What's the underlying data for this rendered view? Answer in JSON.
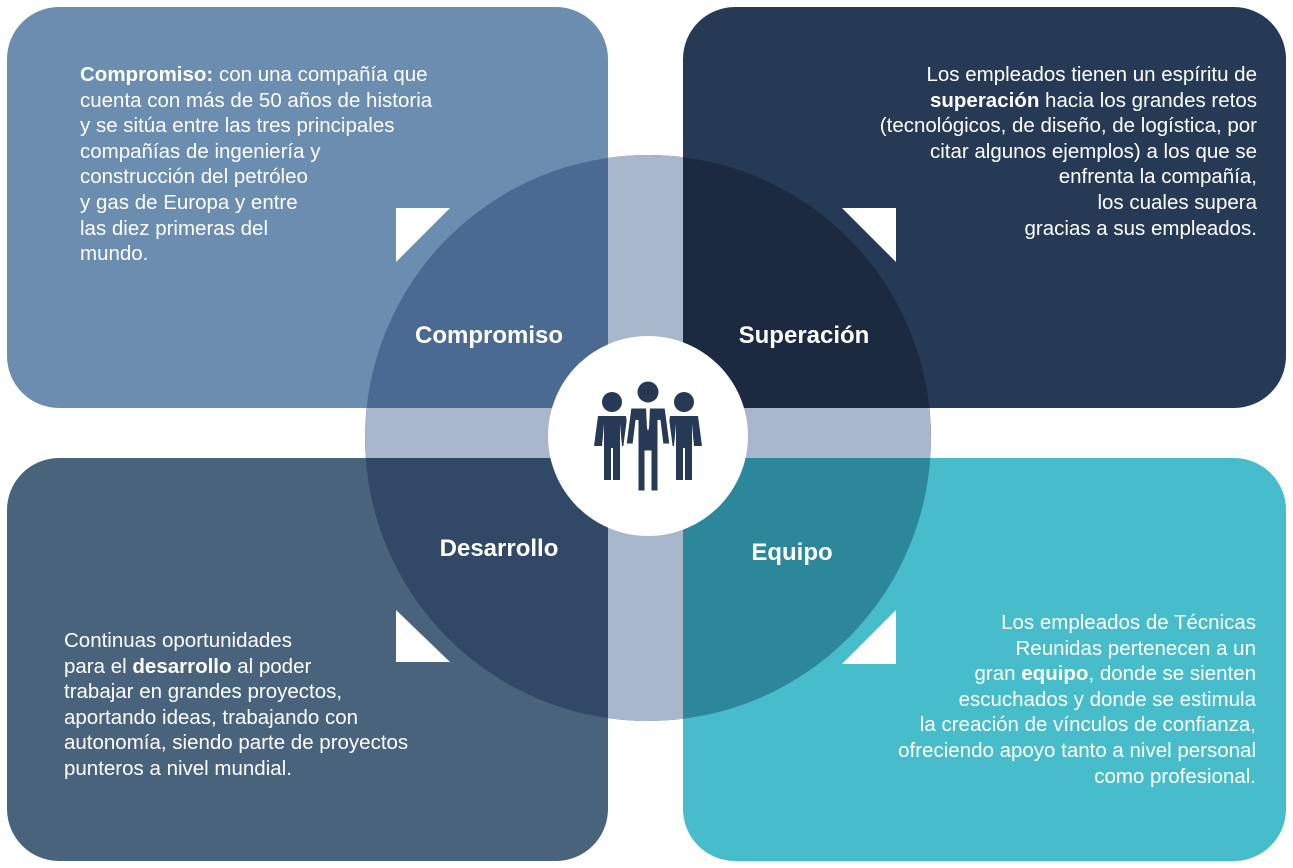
{
  "colors": {
    "top_left_panel": "#6b8db0",
    "top_right_panel": "#263a55",
    "bottom_left_panel": "#4a637c",
    "bottom_right_panel": "#47bccb",
    "circle_top_left": "#4a6a91",
    "circle_top_right": "#1b2a40",
    "circle_bottom_left": "#314966",
    "circle_bottom_right": "#2c879b",
    "cross_band": "#a9b7cc",
    "center_circle": "#ffffff",
    "icon": "#263a55"
  },
  "quadrants": {
    "compromiso": {
      "label": "Compromiso",
      "lines": [
        {
          "bold": "Compromiso:",
          "text": " con una compañía que"
        },
        {
          "bold": "",
          "text": "cuenta con más de 50 años de historia"
        },
        {
          "bold": "",
          "text": "y se sitúa entre las tres principales"
        },
        {
          "bold": "",
          "text": "compañías de ingeniería y"
        },
        {
          "bold": "",
          "text": "construcción del petróleo"
        },
        {
          "bold": "",
          "text": "y gas de Europa y entre"
        },
        {
          "bold": "",
          "text": "las diez primeras del"
        },
        {
          "bold": "",
          "text": "mundo."
        }
      ]
    },
    "superacion": {
      "label": "Superación",
      "lines": [
        {
          "pre": "Los empleados tienen un espíritu de",
          "bold": "",
          "text": ""
        },
        {
          "pre": "",
          "bold": "superación",
          "text": " hacia los grandes retos"
        },
        {
          "pre": "(tecnológicos, de diseño, de logística, por",
          "bold": "",
          "text": ""
        },
        {
          "pre": "citar algunos ejemplos) a los que se",
          "bold": "",
          "text": ""
        },
        {
          "pre": "enfrenta la compañía,",
          "bold": "",
          "text": ""
        },
        {
          "pre": "los cuales supera",
          "bold": "",
          "text": ""
        },
        {
          "pre": "gracias a sus empleados.",
          "bold": "",
          "text": ""
        }
      ]
    },
    "desarrollo": {
      "label": "Desarrollo",
      "lines": [
        {
          "pre": "Continuas oportunidades",
          "bold": "",
          "text": ""
        },
        {
          "pre": "para el ",
          "bold": "desarrollo",
          "text": " al poder"
        },
        {
          "pre": "trabajar en grandes proyectos,",
          "bold": "",
          "text": ""
        },
        {
          "pre": "aportando ideas, trabajando con",
          "bold": "",
          "text": ""
        },
        {
          "pre": "autonomía, siendo parte de proyectos",
          "bold": "",
          "text": ""
        },
        {
          "pre": "punteros a nivel mundial.",
          "bold": "",
          "text": ""
        }
      ]
    },
    "equipo": {
      "label": "Equipo",
      "lines": [
        {
          "pre": "Los empleados de Técnicas",
          "bold": "",
          "text": ""
        },
        {
          "pre": "Reunidas pertenecen a un",
          "bold": "",
          "text": ""
        },
        {
          "pre": "gran ",
          "bold": "equipo",
          "text": ", donde se sienten"
        },
        {
          "pre": "escuchados y donde se estimula",
          "bold": "",
          "text": ""
        },
        {
          "pre": "la creación de vínculos de confianza,",
          "bold": "",
          "text": ""
        },
        {
          "pre": "ofreciendo apoyo tanto a nivel personal",
          "bold": "",
          "text": ""
        },
        {
          "pre": "como profesional.",
          "bold": "",
          "text": ""
        }
      ]
    }
  },
  "center_icon": "team-people-icon"
}
